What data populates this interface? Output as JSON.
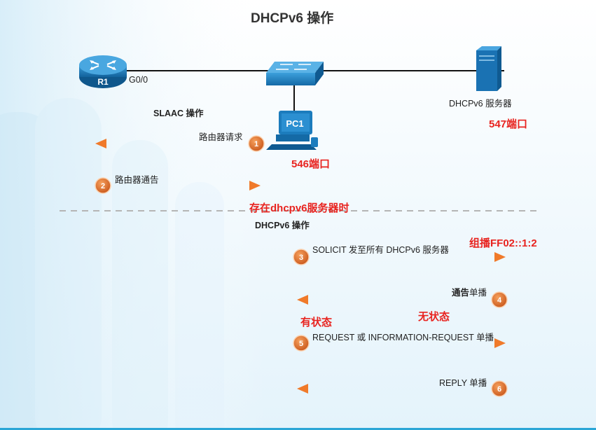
{
  "title": "DHCPv6 操作",
  "devices": {
    "router": {
      "name": "R1",
      "interface": "G0/0"
    },
    "pc": {
      "name": "PC1"
    },
    "server": {
      "label": "DHCPv6 服务器"
    }
  },
  "sections": {
    "slaac": "SLAAC 操作",
    "dhcpv6": "DHCPv6 操作"
  },
  "messages": [
    {
      "step": "1",
      "label": "路由器请求",
      "direction": "left"
    },
    {
      "step": "2",
      "label": "路由器通告",
      "direction": "right"
    },
    {
      "step": "3",
      "label": "SOLICIT 发至所有 DHCPv6 服务器",
      "direction": "right"
    },
    {
      "step": "4",
      "label_bold": "通告",
      "label_rest": "单播",
      "direction": "left"
    },
    {
      "step": "5",
      "label": "REQUEST 或 INFORMATION-REQUEST 单播",
      "direction": "right"
    },
    {
      "step": "6",
      "label": "REPLY 单播",
      "direction": "left"
    }
  ],
  "annotations": {
    "port_server": "547端口",
    "port_client": "546端口",
    "when_server": "存在dhcpv6服务器时",
    "multicast": "组播FF02::1:2",
    "stateful": "有状态",
    "stateless": "无状态"
  },
  "colors": {
    "arrow": "#f07a2a",
    "badge": "#e8751f",
    "annotation": "#e8231f",
    "device": "#1e88c7",
    "divider": "#b5b5b5"
  }
}
